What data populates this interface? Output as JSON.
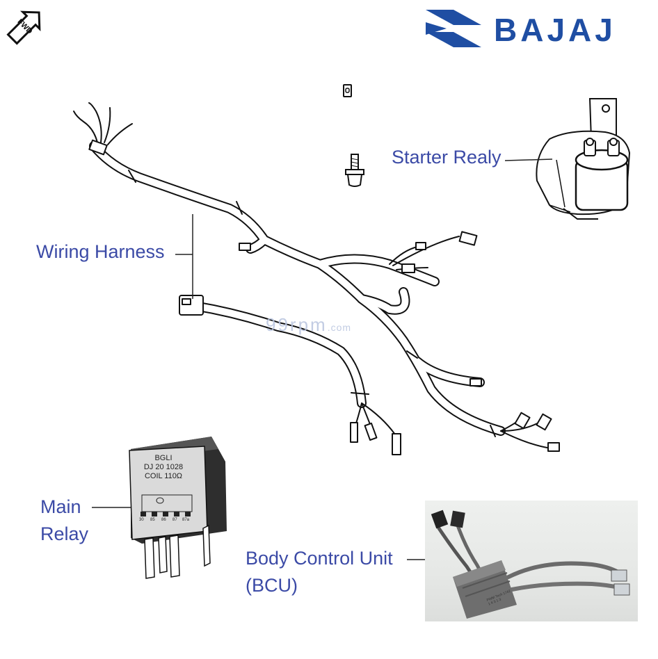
{
  "brand": {
    "name": "BAJAJ",
    "logo_color": "#1f4ea3",
    "fwd_badge": "FWD"
  },
  "watermark": {
    "main": "99rpm",
    "suffix": ".com"
  },
  "labels": {
    "starter_relay": "Starter Realy",
    "wiring_harness": "Wiring Harness",
    "main_relay_line1": "Main",
    "main_relay_line2": "Relay",
    "bcu_line1": "Body Control Unit",
    "bcu_line2": "(BCU)"
  },
  "relay_print": {
    "line1": "BGLI",
    "line2": "DJ 20 1028",
    "line3": "COIL 110Ω",
    "pins": [
      "30",
      "85",
      "86",
      "87",
      "87a"
    ]
  },
  "bcu_print": {
    "line1": "PWM Tech 1742",
    "line2": "1 4 3 1 3"
  },
  "colors": {
    "label": "#3b4aa6",
    "line": "#222222"
  }
}
